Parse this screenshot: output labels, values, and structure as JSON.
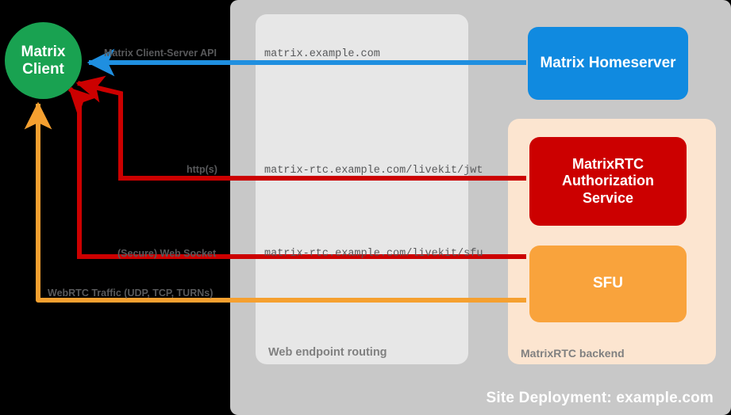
{
  "diagram": {
    "title": "Site Deployment: example.com",
    "containers": {
      "site_deployment": {
        "label": "Site Deployment: example.com",
        "color": "#c8c8c8"
      },
      "web_routing": {
        "label": "Web endpoint routing",
        "color": "#e7e7e7"
      },
      "rtc_backend": {
        "label": "MatrixRTC backend",
        "color": "#fce5d0"
      }
    },
    "nodes": {
      "matrix_client": {
        "label_line1": "Matrix",
        "label_line2": "Client",
        "color": "#19a251",
        "shape": "circle"
      },
      "matrix_homeserver": {
        "label": "Matrix Homeserver",
        "color": "#108ae0",
        "shape": "rounded-rect"
      },
      "rtc_auth": {
        "label_line1": "MatrixRTC",
        "label_line2": "Authorization",
        "label_line3": "Service",
        "color": "#cc0000",
        "shape": "rounded-rect"
      },
      "sfu": {
        "label": "SFU",
        "color": "#f9a33c",
        "shape": "rounded-rect"
      }
    },
    "edges": [
      {
        "name": "client-server-api",
        "label": "Matrix Client-Server API",
        "endpoint": "matrix.example.com",
        "color": "#1f8fe0",
        "direction": "to-client"
      },
      {
        "name": "livekit-jwt",
        "label": "http(s)",
        "endpoint": "matrix-rtc.example.com/livekit/jwt",
        "color": "#cc0000",
        "direction": "to-client"
      },
      {
        "name": "livekit-sfu",
        "label": "(Secure) Web Socket",
        "endpoint": "matrix-rtc.example.com/livekit/sfu",
        "color": "#cc0000",
        "direction": "to-client"
      },
      {
        "name": "webrtc-media",
        "label": "WebRTC Traffic (UDP, TCP, TURNs)",
        "endpoint": "",
        "color": "#f5a030",
        "direction": "to-client"
      }
    ]
  }
}
